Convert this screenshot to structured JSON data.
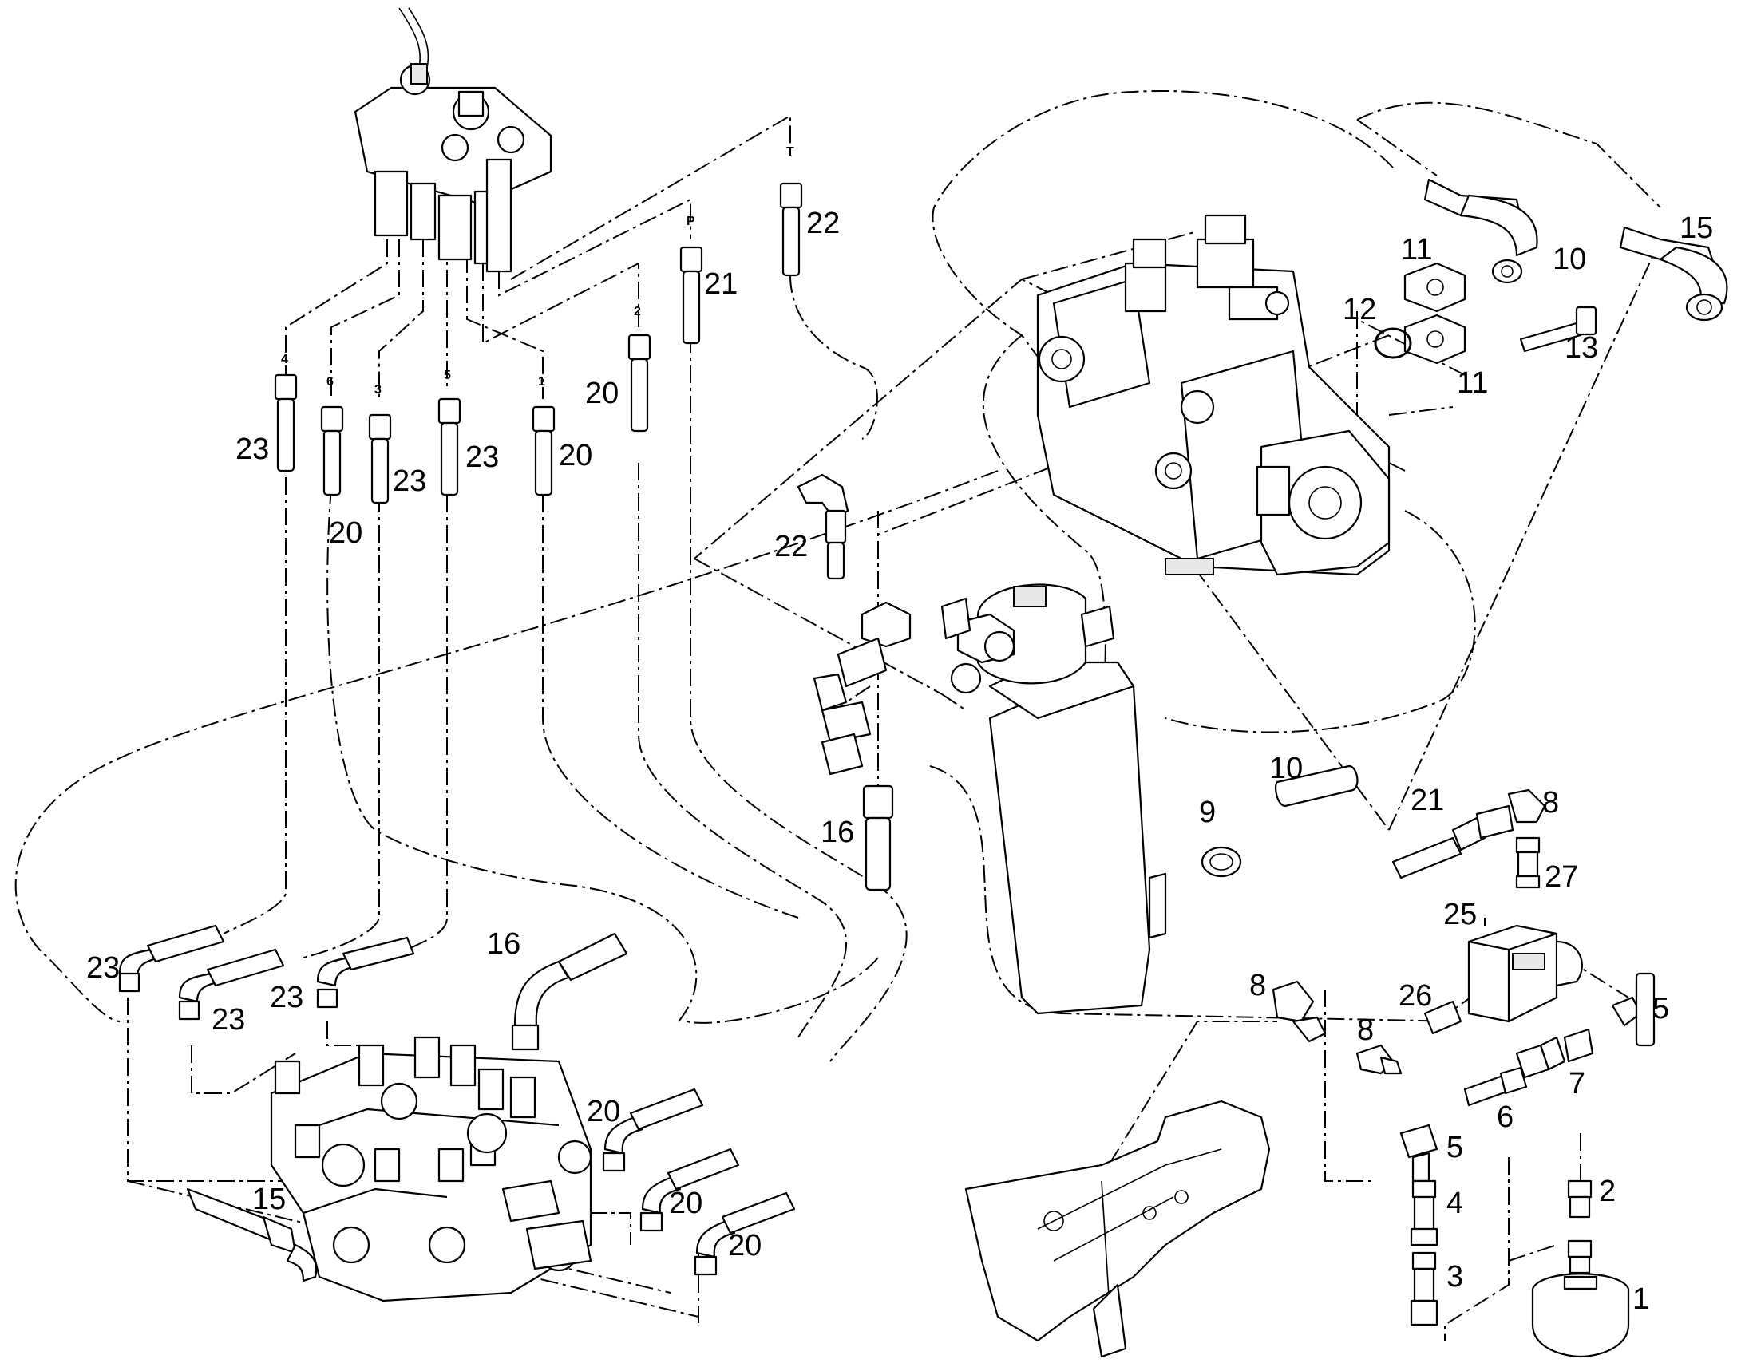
{
  "labels": {
    "l4": "4",
    "l6": "6",
    "l3": "3",
    "l5": "5",
    "l1": "1",
    "l2": "2",
    "lP": "P",
    "lT": "T",
    "p23a": "23",
    "p20a": "20",
    "p23b": "23",
    "p23c": "23",
    "p20b": "20",
    "p20c": "20",
    "p21a": "21",
    "p22a": "22",
    "p22b": "22",
    "p16a": "16",
    "p16b": "16",
    "p11a": "11",
    "p10a": "10",
    "p12": "12",
    "p13": "13",
    "p11b": "11",
    "p15a": "15",
    "p10b": "10",
    "p9": "9",
    "p21b": "21",
    "p8a": "8",
    "p27": "27",
    "p25": "25",
    "p8b": "8",
    "p26": "26",
    "p8c": "8",
    "p5a": "5",
    "p7": "7",
    "p6": "6",
    "p5b": "5",
    "p4": "4",
    "p2": "2",
    "p3": "3",
    "p1": "1",
    "p23d": "23",
    "p23e": "23",
    "p23f": "23",
    "p20d": "20",
    "p20e": "20",
    "p20f": "20",
    "p15b": "15"
  }
}
